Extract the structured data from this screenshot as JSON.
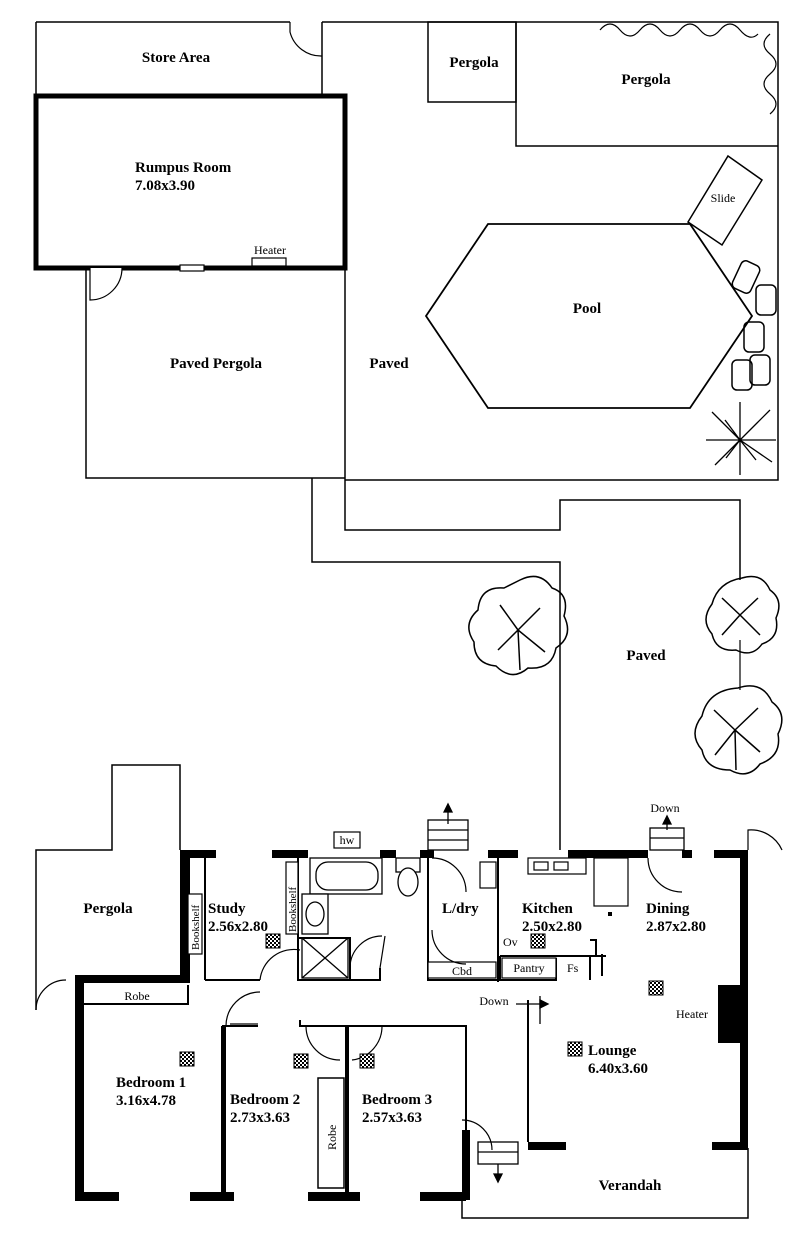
{
  "rooms": {
    "store_area": "Store Area",
    "pergola_top_small": "Pergola",
    "pergola_top_large": "Pergola",
    "rumpus_room": "Rumpus Room",
    "rumpus_dims": "7.08x3.90",
    "heater_rumpus": "Heater",
    "slide": "Slide",
    "pool": "Pool",
    "paved_pergola": "Paved Pergola",
    "paved_center": "Paved",
    "paved_right": "Paved",
    "pergola_left": "Pergola",
    "study": "Study",
    "study_dims": "2.56x2.80",
    "bookshelf_left": "Bookshelf",
    "bookshelf_right": "Bookshelf",
    "hw": "hw",
    "ldry": "L/dry",
    "cbd": "Cbd",
    "kitchen": "Kitchen",
    "kitchen_dims": "2.50x2.80",
    "ov": "Ov",
    "pantry": "Pantry",
    "fs": "Fs",
    "dining": "Dining",
    "dining_dims": "2.87x2.80",
    "down_top": "Down",
    "down_mid": "Down",
    "heater_lounge": "Heater",
    "lounge": "Lounge",
    "lounge_dims": "6.40x3.60",
    "robe_top": "Robe",
    "robe_vertical": "Robe",
    "bedroom1": "Bedroom 1",
    "bedroom1_dims": "3.16x4.78",
    "bedroom2": "Bedroom 2",
    "bedroom2_dims": "2.73x3.63",
    "bedroom3": "Bedroom 3",
    "bedroom3_dims": "2.57x3.63",
    "verandah": "Verandah"
  }
}
